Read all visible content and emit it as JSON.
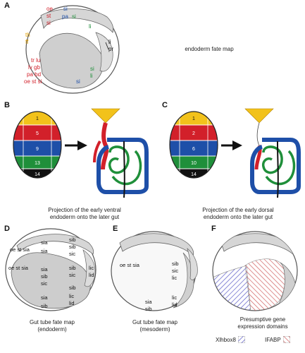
{
  "panels": {
    "a": {
      "letter": "A",
      "title": "endoderm fate map",
      "labels_red": [
        "oe",
        "st",
        "si",
        "tr lu",
        "lv gb",
        "pa bd",
        "oe st si"
      ],
      "labels_blue": [
        "si",
        "pa",
        "si"
      ],
      "labels_yellow": [
        "th",
        "ff"
      ],
      "labels_green": [
        "si",
        "li",
        "si",
        "li"
      ],
      "labels_black": [
        "li",
        "pr"
      ]
    },
    "b": {
      "letter": "B",
      "tiers": [
        "1",
        "5",
        "9",
        "13",
        "14"
      ],
      "caption": [
        "Projection of the early ventral",
        "endoderm onto the later gut"
      ]
    },
    "c": {
      "letter": "C",
      "tiers": [
        "1",
        "2",
        "6",
        "10",
        "14"
      ],
      "caption": [
        "Projection of the early dorsal",
        "endoderm onto the later gut"
      ]
    },
    "d": {
      "letter": "D",
      "labels": [
        "sia",
        "sib",
        "sib",
        "oe st sia",
        "sia",
        "sic",
        "oe st sia",
        "sib",
        "sic",
        "lic",
        "lid",
        "sia",
        "sib",
        "sic",
        "sib",
        "sia",
        "lic",
        "sib",
        "lid"
      ],
      "caption": [
        "Gut tube fate map",
        "(endoderm)"
      ]
    },
    "e": {
      "letter": "E",
      "labels": [
        "oe st sia",
        "sib",
        "sic",
        "lic",
        "lic",
        "lid",
        "sia",
        "sib"
      ],
      "caption": [
        "Gut tube fate map",
        "(mesoderm)"
      ]
    },
    "f": {
      "letter": "F",
      "caption": [
        "Presumptive gene",
        "expression domains"
      ],
      "legend": [
        "Xlhbox8",
        "IFABP"
      ]
    }
  },
  "colors": {
    "yellow": "#f2c21b",
    "red": "#d2202a",
    "blue": "#1e4fa8",
    "green": "#1f8f3a",
    "black": "#111111",
    "gray": "#c9c9c9",
    "xlhbox8": "#5b5bc8",
    "ifabp": "#d06060"
  }
}
